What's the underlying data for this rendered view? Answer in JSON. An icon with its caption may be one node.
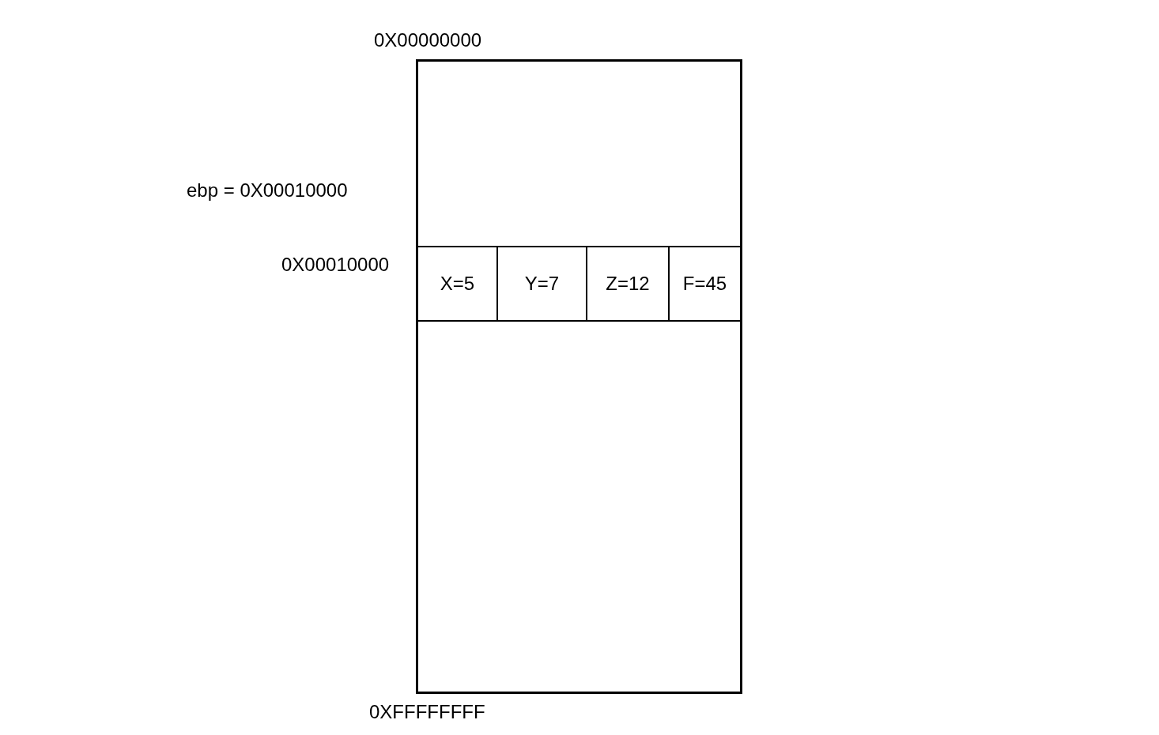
{
  "diagram": {
    "nodes": [
      {
        "text": [],
        "shape": "box"
      },
      {
        "text": [
          "X=5"
        ],
        "in": 0
      },
      {
        "text": [
          "Y=7"
        ],
        "in": 0
      },
      {
        "text": [
          "Z=12"
        ],
        "in": 0
      },
      {
        "text": [
          "F=45"
        ],
        "in": 0
      }
    ],
    "labels": [
      "0X00000000",
      "ebp = 0X00010000",
      "0X00010000",
      "0XFFFFFFFF"
    ]
  }
}
